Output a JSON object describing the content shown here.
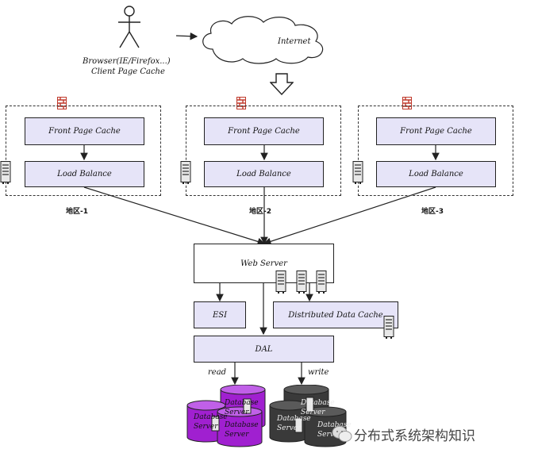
{
  "client": {
    "browser_label": "Browser(IE/Firefox...)",
    "cache_label": "Client Page Cache"
  },
  "internet_label": "Internet",
  "regions": [
    {
      "name": "地区-1",
      "front_cache": "Front Page Cache",
      "load_balance": "Load Balance"
    },
    {
      "name": "地区-2",
      "front_cache": "Front Page Cache",
      "load_balance": "Load Balance"
    },
    {
      "name": "地区-3",
      "front_cache": "Front Page Cache",
      "load_balance": "Load Balance"
    }
  ],
  "web_server": "Web Server",
  "esi": "ESI",
  "distributed_cache": "Distributed Data Cache",
  "dal": "DAL",
  "edges": {
    "read": "read",
    "write": "write"
  },
  "db_read_labels": [
    "Database Server",
    "Database Server",
    "Database Server"
  ],
  "db_write_labels": [
    "Database Server",
    "Database Server",
    "Database Server"
  ],
  "watermark": "分布式系统架构知识",
  "colors": {
    "box_fill": "#e6e4f8",
    "db_read": "#a020d0",
    "db_write": "#3a3a3a",
    "firewall": "#c0392b"
  }
}
